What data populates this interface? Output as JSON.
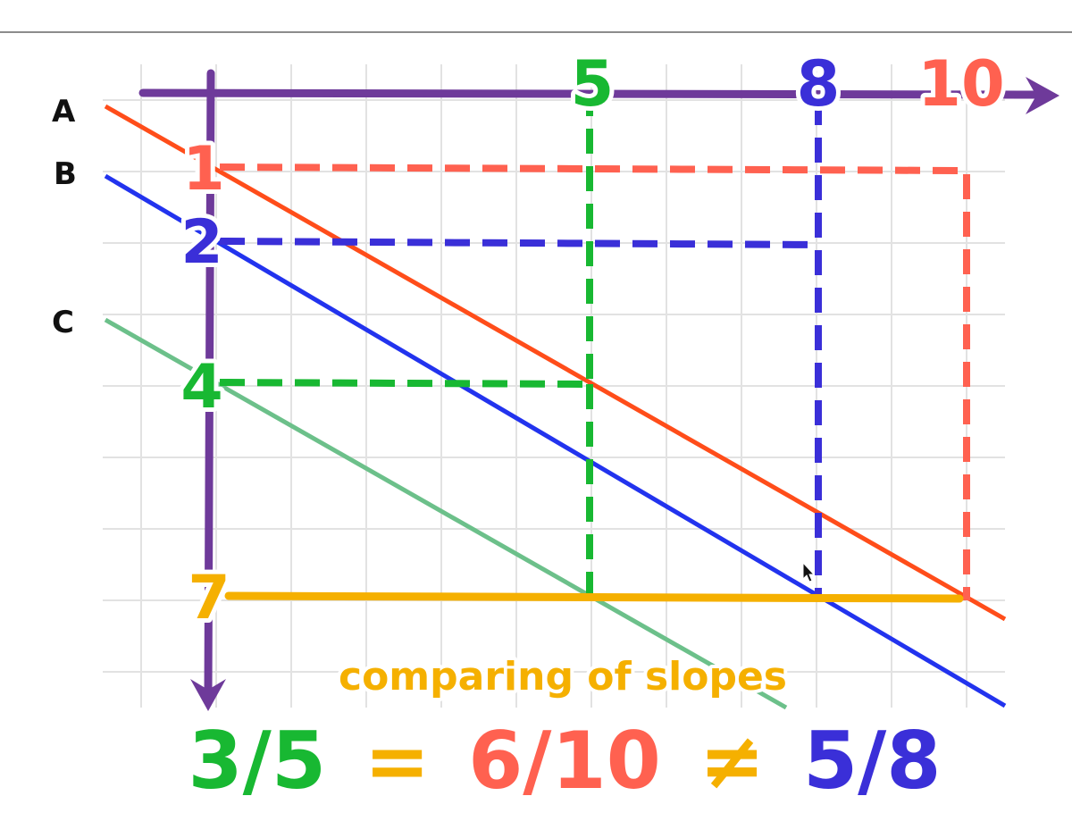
{
  "colors": {
    "grid": "#e2e2e2",
    "axis": "#6e3a9a",
    "line_a": "#ff4d1a",
    "line_b": "#2233ee",
    "line_c": "#6cc08a",
    "red_label": "#ff6150",
    "blue_label": "#3a2fd8",
    "green_label": "#18b832",
    "yellow_label": "#f5b000",
    "top_rule": "#8c8c8c"
  },
  "diagram": {
    "line_labels": {
      "a": "A",
      "b": "B",
      "c": "C"
    },
    "x_labels": {
      "x5": "5",
      "x8": "8",
      "x10": "10"
    },
    "y_labels": {
      "y1": "1",
      "y2": "2",
      "y4": "4",
      "y7": "7"
    },
    "caption": "comparing of slopes",
    "equation": {
      "p1": "3/5",
      "eq": "=",
      "p2": "6/10",
      "neq": "≠",
      "p3": "5/8"
    }
  }
}
